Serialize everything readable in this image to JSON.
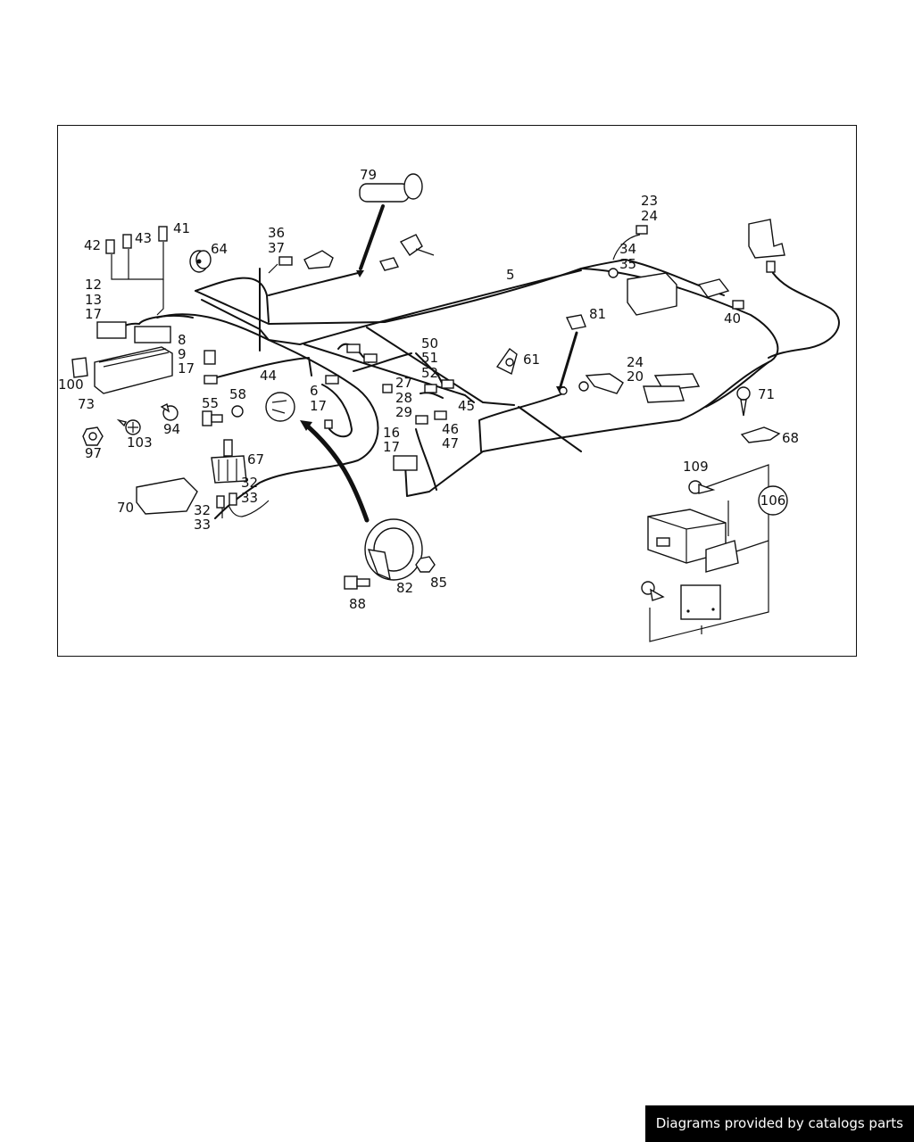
{
  "diagram": {
    "part_labels": [
      "79",
      "23",
      "24",
      "42",
      "43",
      "41",
      "64",
      "36",
      "37",
      "34",
      "35",
      "5",
      "12",
      "13",
      "17",
      "8",
      "9",
      "17",
      "40",
      "81",
      "50",
      "51",
      "52",
      "61",
      "24",
      "20",
      "100",
      "44",
      "6",
      "17",
      "27",
      "28",
      "29",
      "45",
      "71",
      "73",
      "55",
      "58",
      "16",
      "17",
      "46",
      "47",
      "68",
      "94",
      "97",
      "103",
      "67",
      "109",
      "32",
      "33",
      "106",
      "70",
      "32",
      "33",
      "82",
      "85",
      "88"
    ]
  },
  "footer": {
    "credit": "Diagrams provided by catalogs parts"
  },
  "colors": {
    "line": "#111111",
    "background": "#ffffff",
    "credit_bg": "#000000",
    "credit_text": "#ffffff"
  }
}
